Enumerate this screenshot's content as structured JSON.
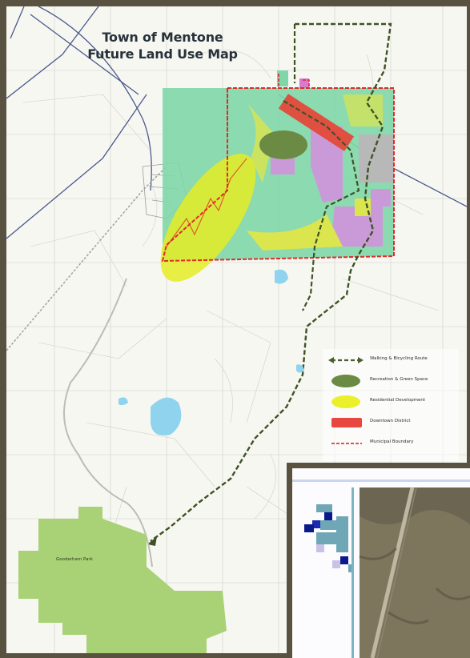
{
  "map": {
    "title_line1": "Town of Mentone",
    "title_line2": "Future Land Use Map",
    "park_label": "Gooderham Park"
  },
  "legend": {
    "items": [
      {
        "label": "Walking & Bicycling Route",
        "symbol": "dashed-arrow",
        "color": "#4a5e2e"
      },
      {
        "label": "Recreation & Green Space",
        "symbol": "ellipse",
        "color": "#6b8a43"
      },
      {
        "label": "Residential Development",
        "symbol": "ellipse",
        "color": "#eaf02a"
      },
      {
        "label": "Downtown District",
        "symbol": "rect",
        "color": "#e8473f"
      },
      {
        "label": "Municipal Boundary",
        "symbol": "dash-line",
        "color": "#d93a3a"
      }
    ]
  },
  "colors": {
    "frame": "#5a5240",
    "boundary": "#e02a2a",
    "green_space": "#7fd6a8",
    "residential": "#e5ec24",
    "downtown": "#e34a3a",
    "park": "#a9d175",
    "water": "#8fd3ee",
    "roads": "#4b5a8c",
    "route": "#3f5226",
    "mixed": "#c99ad7"
  }
}
